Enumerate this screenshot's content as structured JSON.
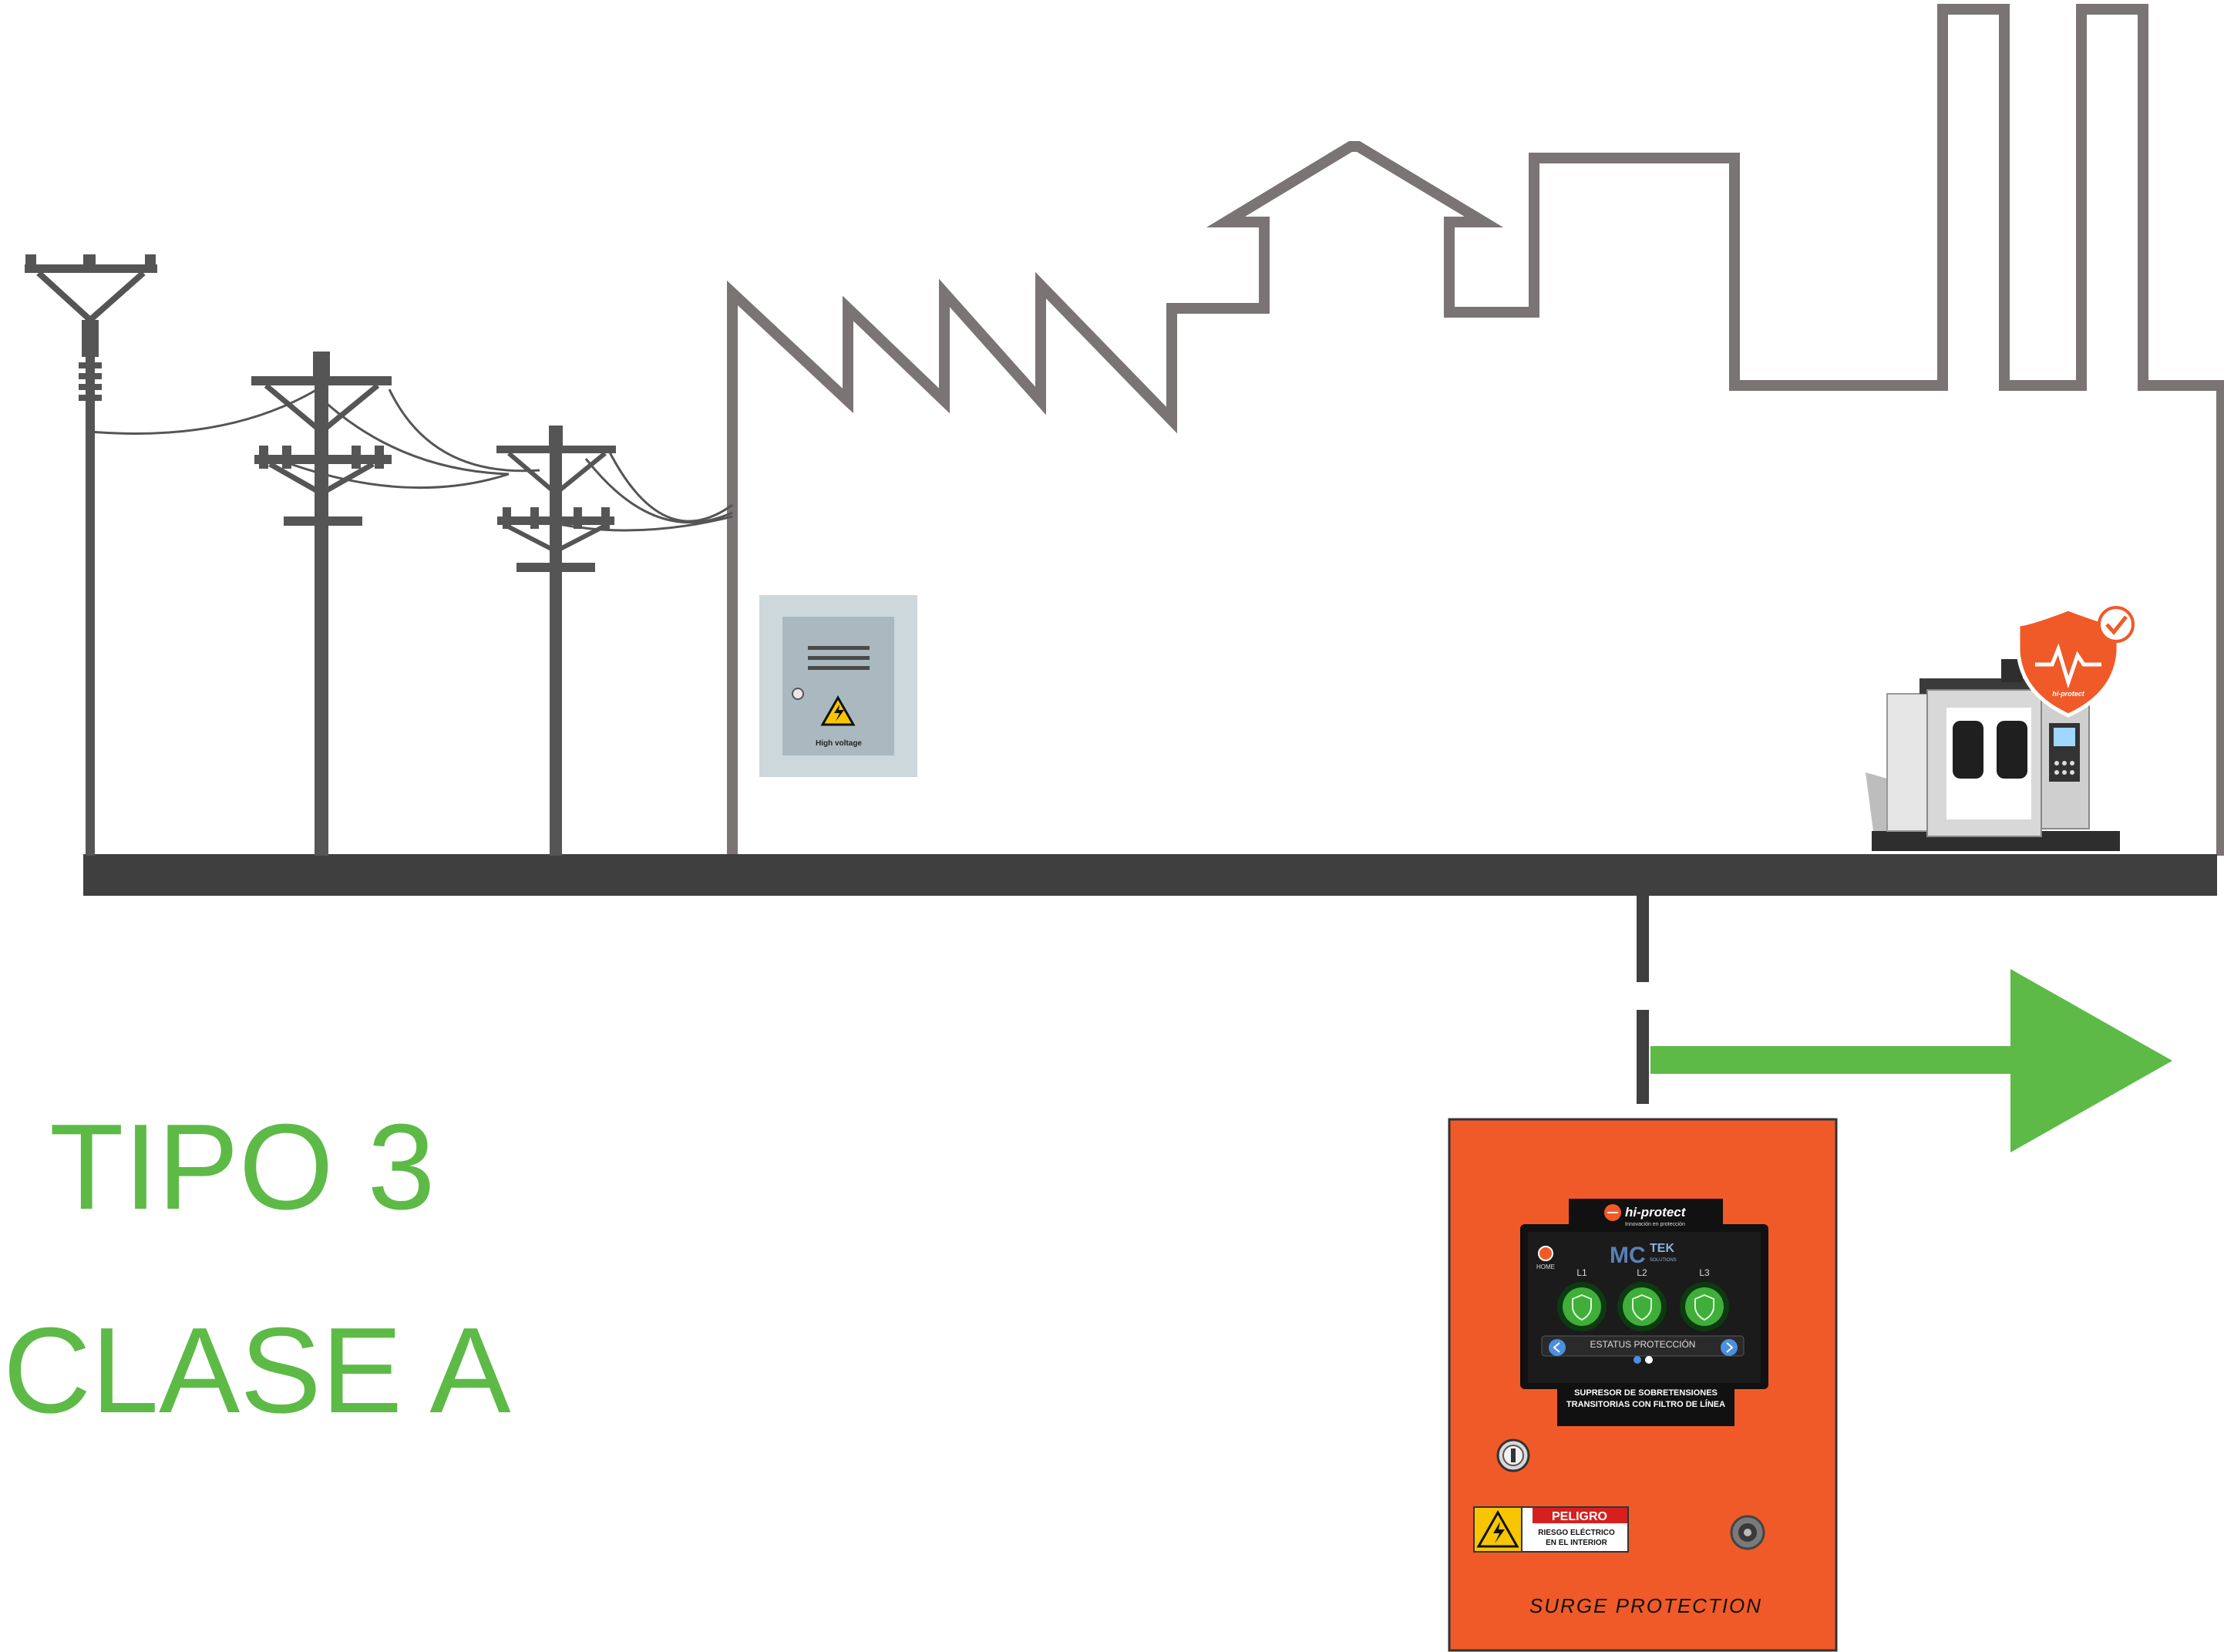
{
  "labels": {
    "type_label": "TIPO 3",
    "class_label": "CLASE A"
  },
  "electrical_box": {
    "sign_text": "High voltage"
  },
  "surge_panel": {
    "brand": "hi-protect",
    "brand_tagline": "Innovación en protección",
    "screen_brand_main": "MC",
    "screen_brand_sub": "TEK",
    "screen_brand_small": "SOLUTIONS",
    "home_label": "HOME",
    "lines": [
      "L1",
      "L2",
      "L3"
    ],
    "status_label": "ESTATUS PROTECCIÓN",
    "description_line1": "SUPRESOR DE SOBRETENSIONES",
    "description_line2": "TRANSITORIAS CON FILTRO DE LÍNEA",
    "warning_title": "PELIGRO",
    "warning_line1": "RIESGO ELÉCTRICO",
    "warning_line2": "EN EL INTERIOR",
    "footer_label": "SURGE PROTECTION"
  },
  "machine": {
    "badge_brand": "hi-protect"
  },
  "colors": {
    "outline_gray": "#7a7474",
    "ground_dark": "#3f3f3f",
    "pole_gray": "#555555",
    "green": "#5dba47",
    "panel_orange": "#ef5a28",
    "screen_black": "#111111",
    "box_gray": "#a9b9bf"
  }
}
